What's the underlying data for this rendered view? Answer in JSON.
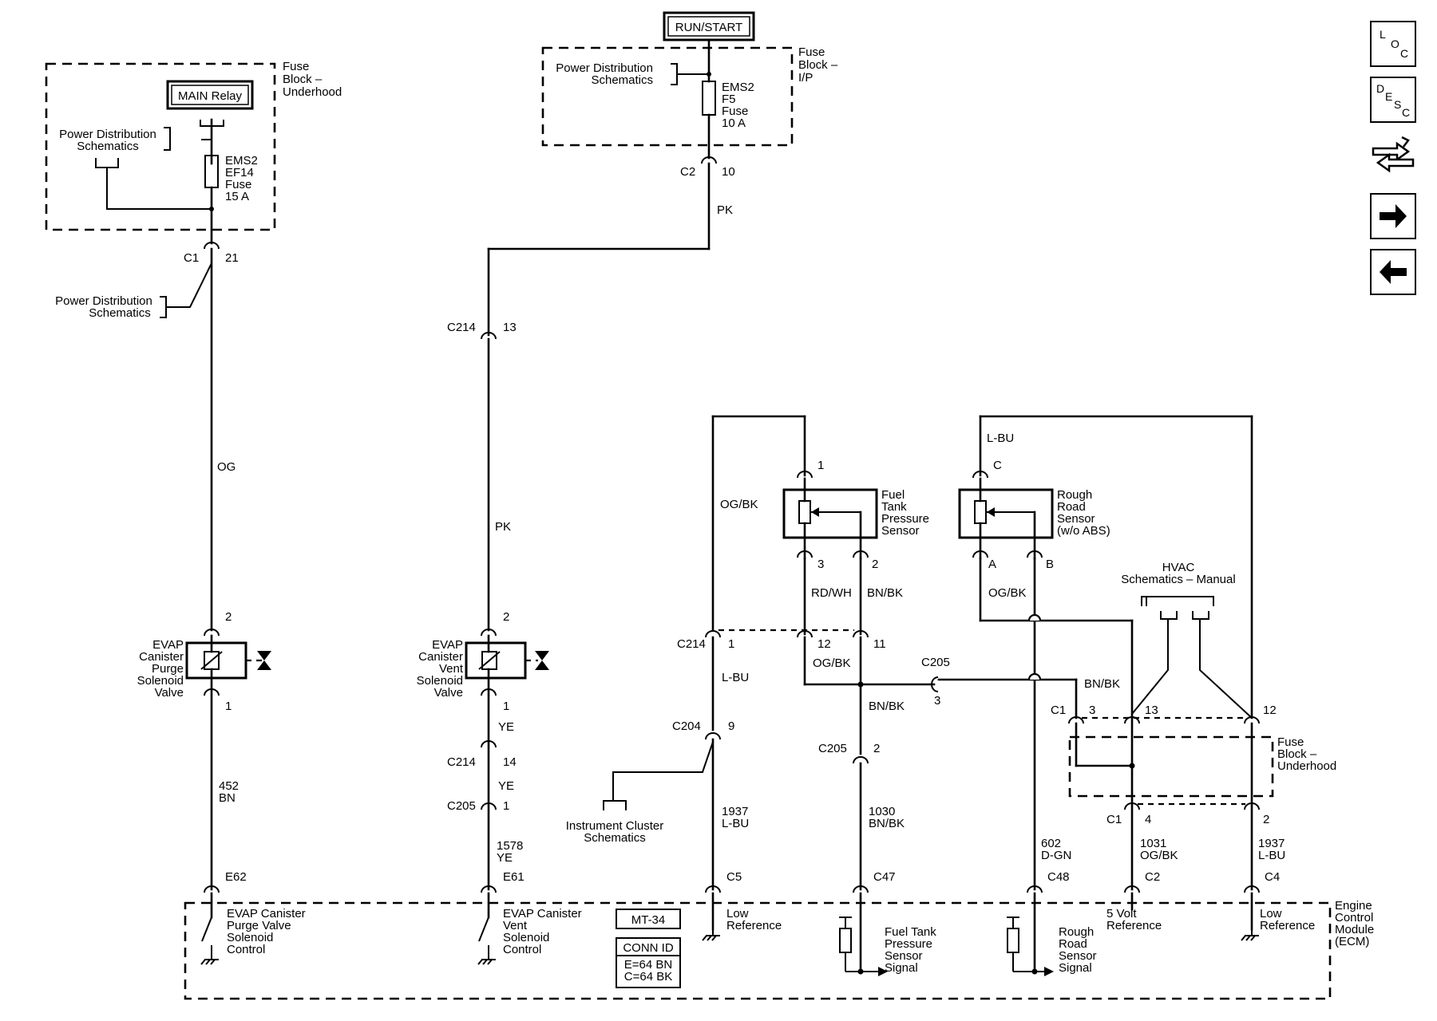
{
  "power": {
    "run_start": "RUN/START",
    "main_relay": "MAIN Relay",
    "fuse_block_underhood": [
      "Fuse",
      "Block –",
      "Underhood"
    ],
    "fuse_block_ip": [
      "Fuse",
      "Block –",
      "I/P"
    ],
    "power_dist": [
      "Power Distribution",
      "Schematics"
    ],
    "fuse_ef14": [
      "EMS2",
      "EF14",
      "Fuse",
      "15 A"
    ],
    "fuse_f5": [
      "EMS2",
      "F5",
      "Fuse",
      "10 A"
    ]
  },
  "connectors": {
    "c1_21": [
      "C1",
      "21"
    ],
    "c2_10": [
      "C2",
      "10"
    ],
    "c214_13": [
      "C214",
      "13"
    ],
    "c214_1": [
      "C214",
      "1"
    ],
    "c214_14": [
      "C214",
      "14"
    ],
    "c205_1": [
      "C205",
      "1"
    ],
    "c205_2": [
      "C205",
      "2"
    ],
    "c205_3": [
      "C205",
      "3"
    ],
    "c204_9": [
      "C204",
      "9"
    ],
    "c1_3": [
      "C1",
      "3"
    ],
    "c1_4": [
      "C1",
      "4"
    ],
    "pin_12a": "12",
    "pin_11": "11",
    "pin_13": "13",
    "pin_12b": "12",
    "pin_2": "2",
    "pin_1": "1",
    "pin_2b": "2",
    "pin_1b": "1",
    "sensor_pin_1": "1",
    "sensor_pin_3": "3",
    "sensor_pin_2": "2",
    "sensor_pin_c": "C",
    "sensor_pin_a": "A",
    "sensor_pin_b": "B",
    "e62": "E62",
    "e61": "E61",
    "c5": "C5",
    "c47": "C47",
    "c48": "C48",
    "c2": "C2",
    "c4": "C4"
  },
  "wires": {
    "pk_top": "PK",
    "pk_mid": "PK",
    "og": "OG",
    "bn_452": [
      "452",
      "BN"
    ],
    "ye_a": "YE",
    "ye_b": "YE",
    "ye_1578": [
      "1578",
      "YE"
    ],
    "og_bk_left": "OG/BK",
    "l_bu_mid": "L-BU",
    "l_bu_1937a": [
      "1937",
      "L-BU"
    ],
    "rd_wh": "RD/WH",
    "bn_bk_a": "BN/BK",
    "og_bk_mid": "OG/BK",
    "bn_bk_b": "BN/BK",
    "bn_bk_1030": [
      "1030",
      "BN/BK"
    ],
    "og_bk_rough": "OG/BK",
    "l_bu_top": "L-BU",
    "d_gn_602": [
      "602",
      "D-GN"
    ],
    "bn_bk_c": "BN/BK",
    "og_bk_1031": [
      "1031",
      "OG/BK"
    ],
    "l_bu_1937b": [
      "1937",
      "L-BU"
    ]
  },
  "components": {
    "purge_valve": [
      "EVAP",
      "Canister",
      "Purge",
      "Solenoid",
      "Valve"
    ],
    "vent_valve": [
      "EVAP",
      "Canister",
      "Vent",
      "Solenoid",
      "Valve"
    ],
    "fuel_tank_sensor": [
      "Fuel",
      "Tank",
      "Pressure",
      "Sensor"
    ],
    "rough_road_sensor": [
      "Rough",
      "Road",
      "Sensor",
      "(w/o ABS)"
    ],
    "hvac": [
      "HVAC",
      "Schematics – Manual"
    ],
    "instrument_cluster": [
      "Instrument Cluster",
      "Schematics"
    ]
  },
  "ecm": {
    "label": [
      "Engine",
      "Control",
      "Module",
      "(ECM)"
    ],
    "purge_control": [
      "EVAP Canister",
      "Purge Valve",
      "Solenoid",
      "Control"
    ],
    "vent_control": [
      "EVAP Canister",
      "Vent",
      "Solenoid",
      "Control"
    ],
    "mt": "MT-34",
    "conn_id": "CONN ID",
    "conn_lines": [
      "E=64 BN",
      "C=64 BK"
    ],
    "low_ref_a": [
      "Low",
      "Reference"
    ],
    "fuel_signal": [
      "Fuel Tank",
      "Pressure",
      "Sensor",
      "Signal"
    ],
    "rough_signal": [
      "Rough",
      "Road",
      "Sensor",
      "Signal"
    ],
    "five_volt": [
      "5 Volt",
      "Reference"
    ],
    "low_ref_b": [
      "Low",
      "Reference"
    ]
  },
  "nav": {
    "loc": [
      "L",
      "O",
      "C"
    ],
    "desc": [
      "D",
      "E",
      "S",
      "C"
    ],
    "items": [
      "location-button",
      "description-button",
      "connector-button",
      "next-button",
      "previous-button"
    ]
  }
}
